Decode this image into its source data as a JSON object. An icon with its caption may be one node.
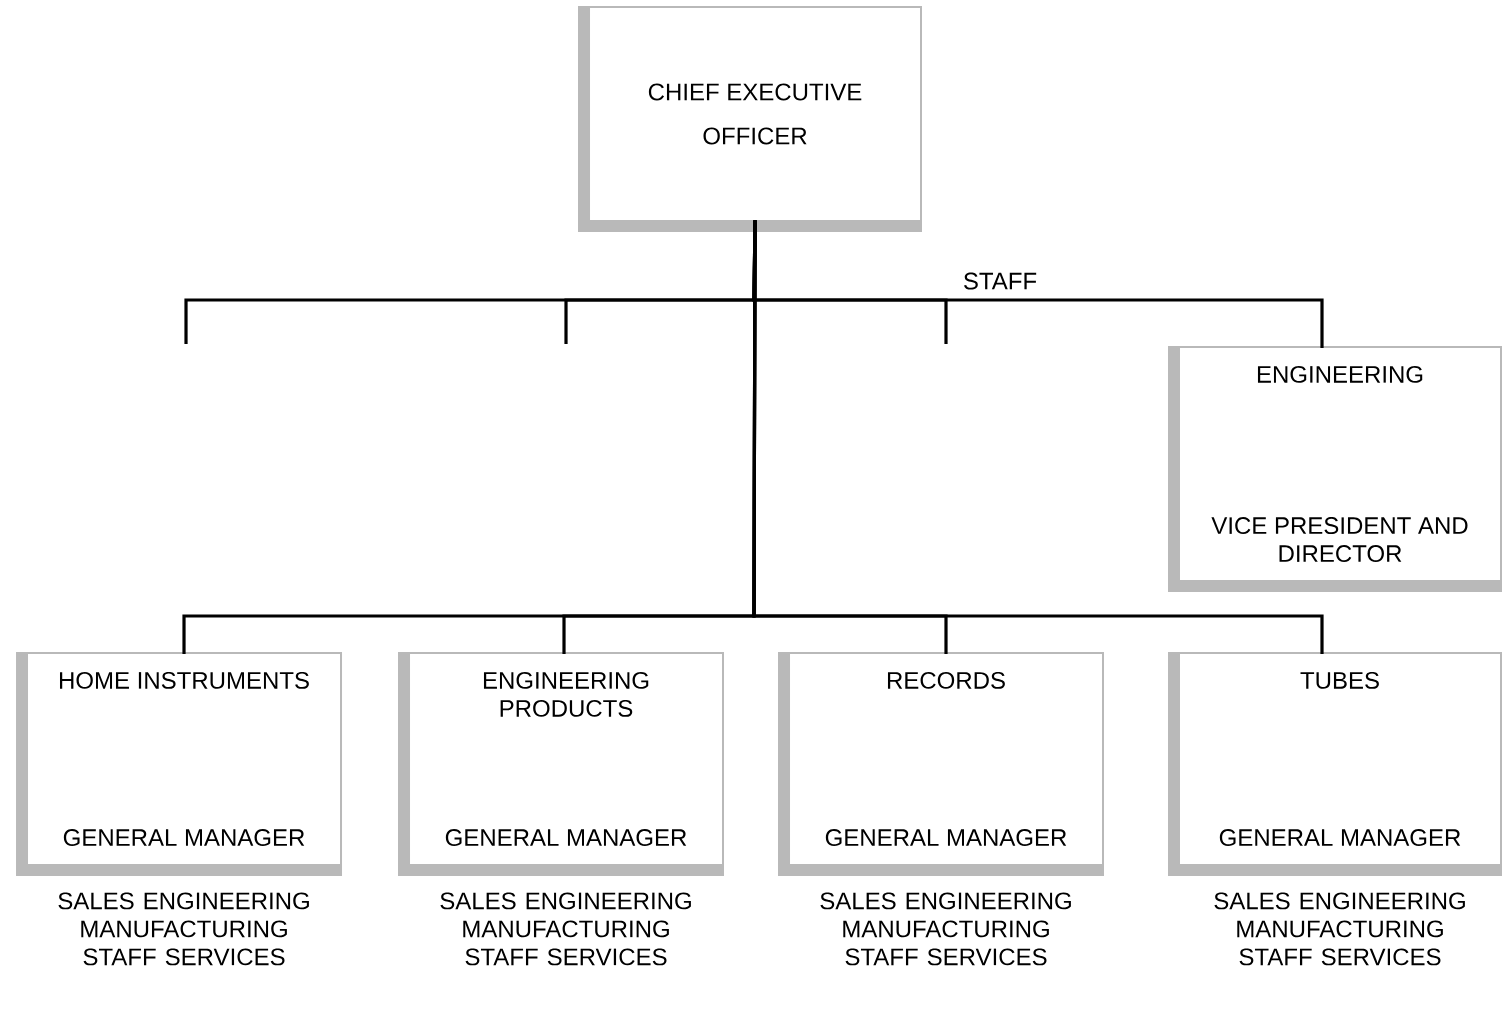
{
  "diagram": {
    "nodes": [
      {
        "text": [
          "CHIEF EXECUTIVE OFFICER"
        ]
      },
      {
        "text": [
          "ENGINEERING",
          "VICE PRESIDENT AND DIRECTOR"
        ]
      },
      {
        "text": [
          "HOME INSTRUMENTS",
          "GENERAL MANAGER"
        ],
        "beside": [
          "SALES ENGINEERING MANUFACTURING STAFF SERVICES"
        ]
      },
      {
        "text": [
          "ENGINEERING PRODUCTS",
          "GENERAL MANAGER"
        ],
        "beside": [
          "SALES ENGINEERING MANUFACTURING STAFF SERVICES"
        ]
      },
      {
        "text": [
          "RECORDS",
          "GENERAL MANAGER"
        ],
        "beside": [
          "SALES ENGINEERING MANUFACTURING STAFF SERVICES"
        ]
      },
      {
        "text": [
          "TUBES",
          "GENERAL MANAGER"
        ],
        "beside": [
          "SALES ENGINEERING MANUFACTURING STAFF SERVICES"
        ]
      }
    ],
    "edges": [
      {
        "from": 0,
        "to": null,
        "arrow": "none"
      },
      {
        "from": 0,
        "to": null,
        "arrow": "none"
      },
      {
        "from": 0,
        "to": null,
        "arrow": "none"
      },
      {
        "from": 0,
        "to": 1,
        "arrow": "none"
      },
      {
        "from": 0,
        "to": 2,
        "arrow": "none"
      },
      {
        "from": 0,
        "to": 3,
        "arrow": "none"
      },
      {
        "from": 0,
        "to": 4,
        "arrow": "none"
      },
      {
        "from": 0,
        "to": 5,
        "arrow": "none"
      }
    ],
    "labels": [
      "STAFF"
    ]
  }
}
